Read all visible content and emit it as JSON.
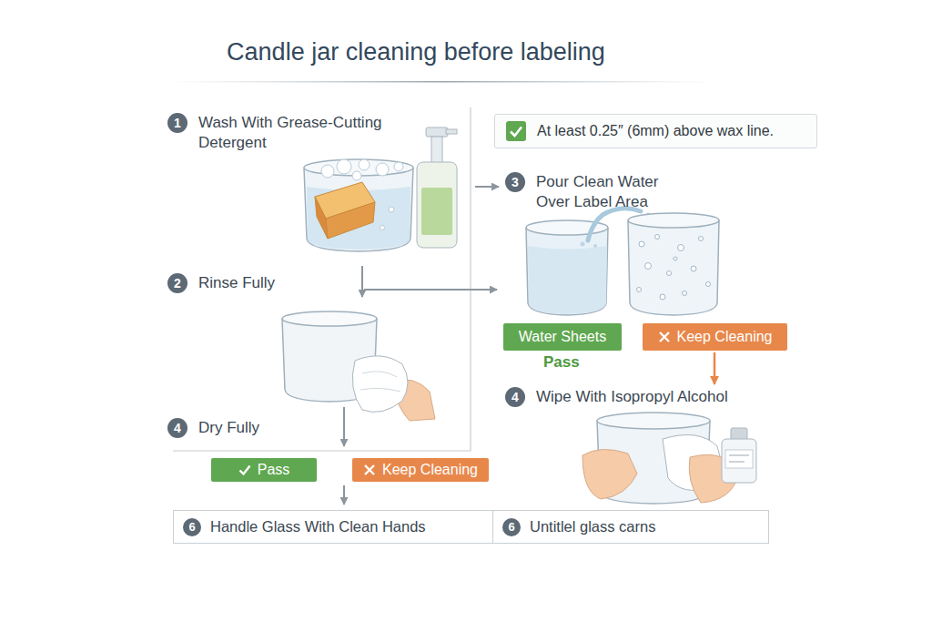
{
  "diagram": {
    "title": "Candle jar cleaning before labeling",
    "nodes": [
      {
        "text": [
          "1",
          "Wash With Grease-Cutting Detergent"
        ]
      },
      {
        "text": [
          "2",
          "Rinse Fully"
        ]
      },
      {
        "text": [
          "4",
          "Dry Fully"
        ]
      },
      {
        "text": [
          "Pass"
        ]
      },
      {
        "text": [
          "Keep Cleaning"
        ]
      },
      {
        "text": [
          "At least 0.25″ (6mm) above wax line."
        ]
      },
      {
        "text": [
          "3",
          "Pour Clean Water Over Label Area"
        ]
      },
      {
        "text": [
          "Water Sheets"
        ]
      },
      {
        "text": [
          "Keep Cleaning"
        ]
      },
      {
        "text": [
          "4",
          "Wipe With Isopropyl Alcohol"
        ]
      },
      {
        "text": [
          "6",
          "Handle Glass With Clean Hands"
        ]
      },
      {
        "text": [
          "6",
          "Untitlel glass carns"
        ]
      }
    ],
    "edges": [
      {
        "from": 8,
        "to": 9,
        "arrow": "to"
      }
    ],
    "labels": [
      "Pass"
    ]
  }
}
